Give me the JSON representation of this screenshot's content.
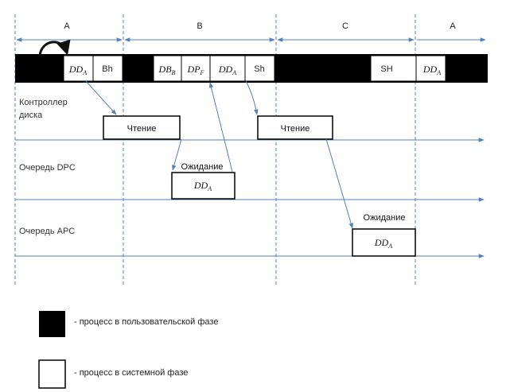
{
  "phases": [
    "A",
    "B",
    "C",
    "A"
  ],
  "timeline": {
    "cells": [
      {
        "main": "DD",
        "sub": "A"
      },
      {
        "main": "Bh",
        "sub": ""
      },
      {
        "main": "DB",
        "sub": "B"
      },
      {
        "main": "DP",
        "sub": "F"
      },
      {
        "main": "DD",
        "sub": "A"
      },
      {
        "main": "Sh",
        "sub": ""
      },
      {
        "main": "SH",
        "sub": ""
      },
      {
        "main": "DD",
        "sub": "A"
      }
    ]
  },
  "lanes": {
    "controller_line1": "Контроллер",
    "controller_line2": "диска",
    "dpc": "Очередь DPC",
    "apc": "Очередь APC"
  },
  "boxes": {
    "read1": "Чтение",
    "read2": "Чтение",
    "wait_dpc_label": "Ожидание",
    "wait_dpc": {
      "main": "DD",
      "sub": "A"
    },
    "wait_apc_label": "Ожидание",
    "wait_apc": {
      "main": "DD",
      "sub": "A"
    }
  },
  "legend": {
    "user_phase": "- процесс в пользовательской фазе",
    "system_phase": "- процесс в системной фазе"
  },
  "colors": {
    "bar": "#000000",
    "line": "#4f81bd",
    "dash": "#4f81bd"
  }
}
